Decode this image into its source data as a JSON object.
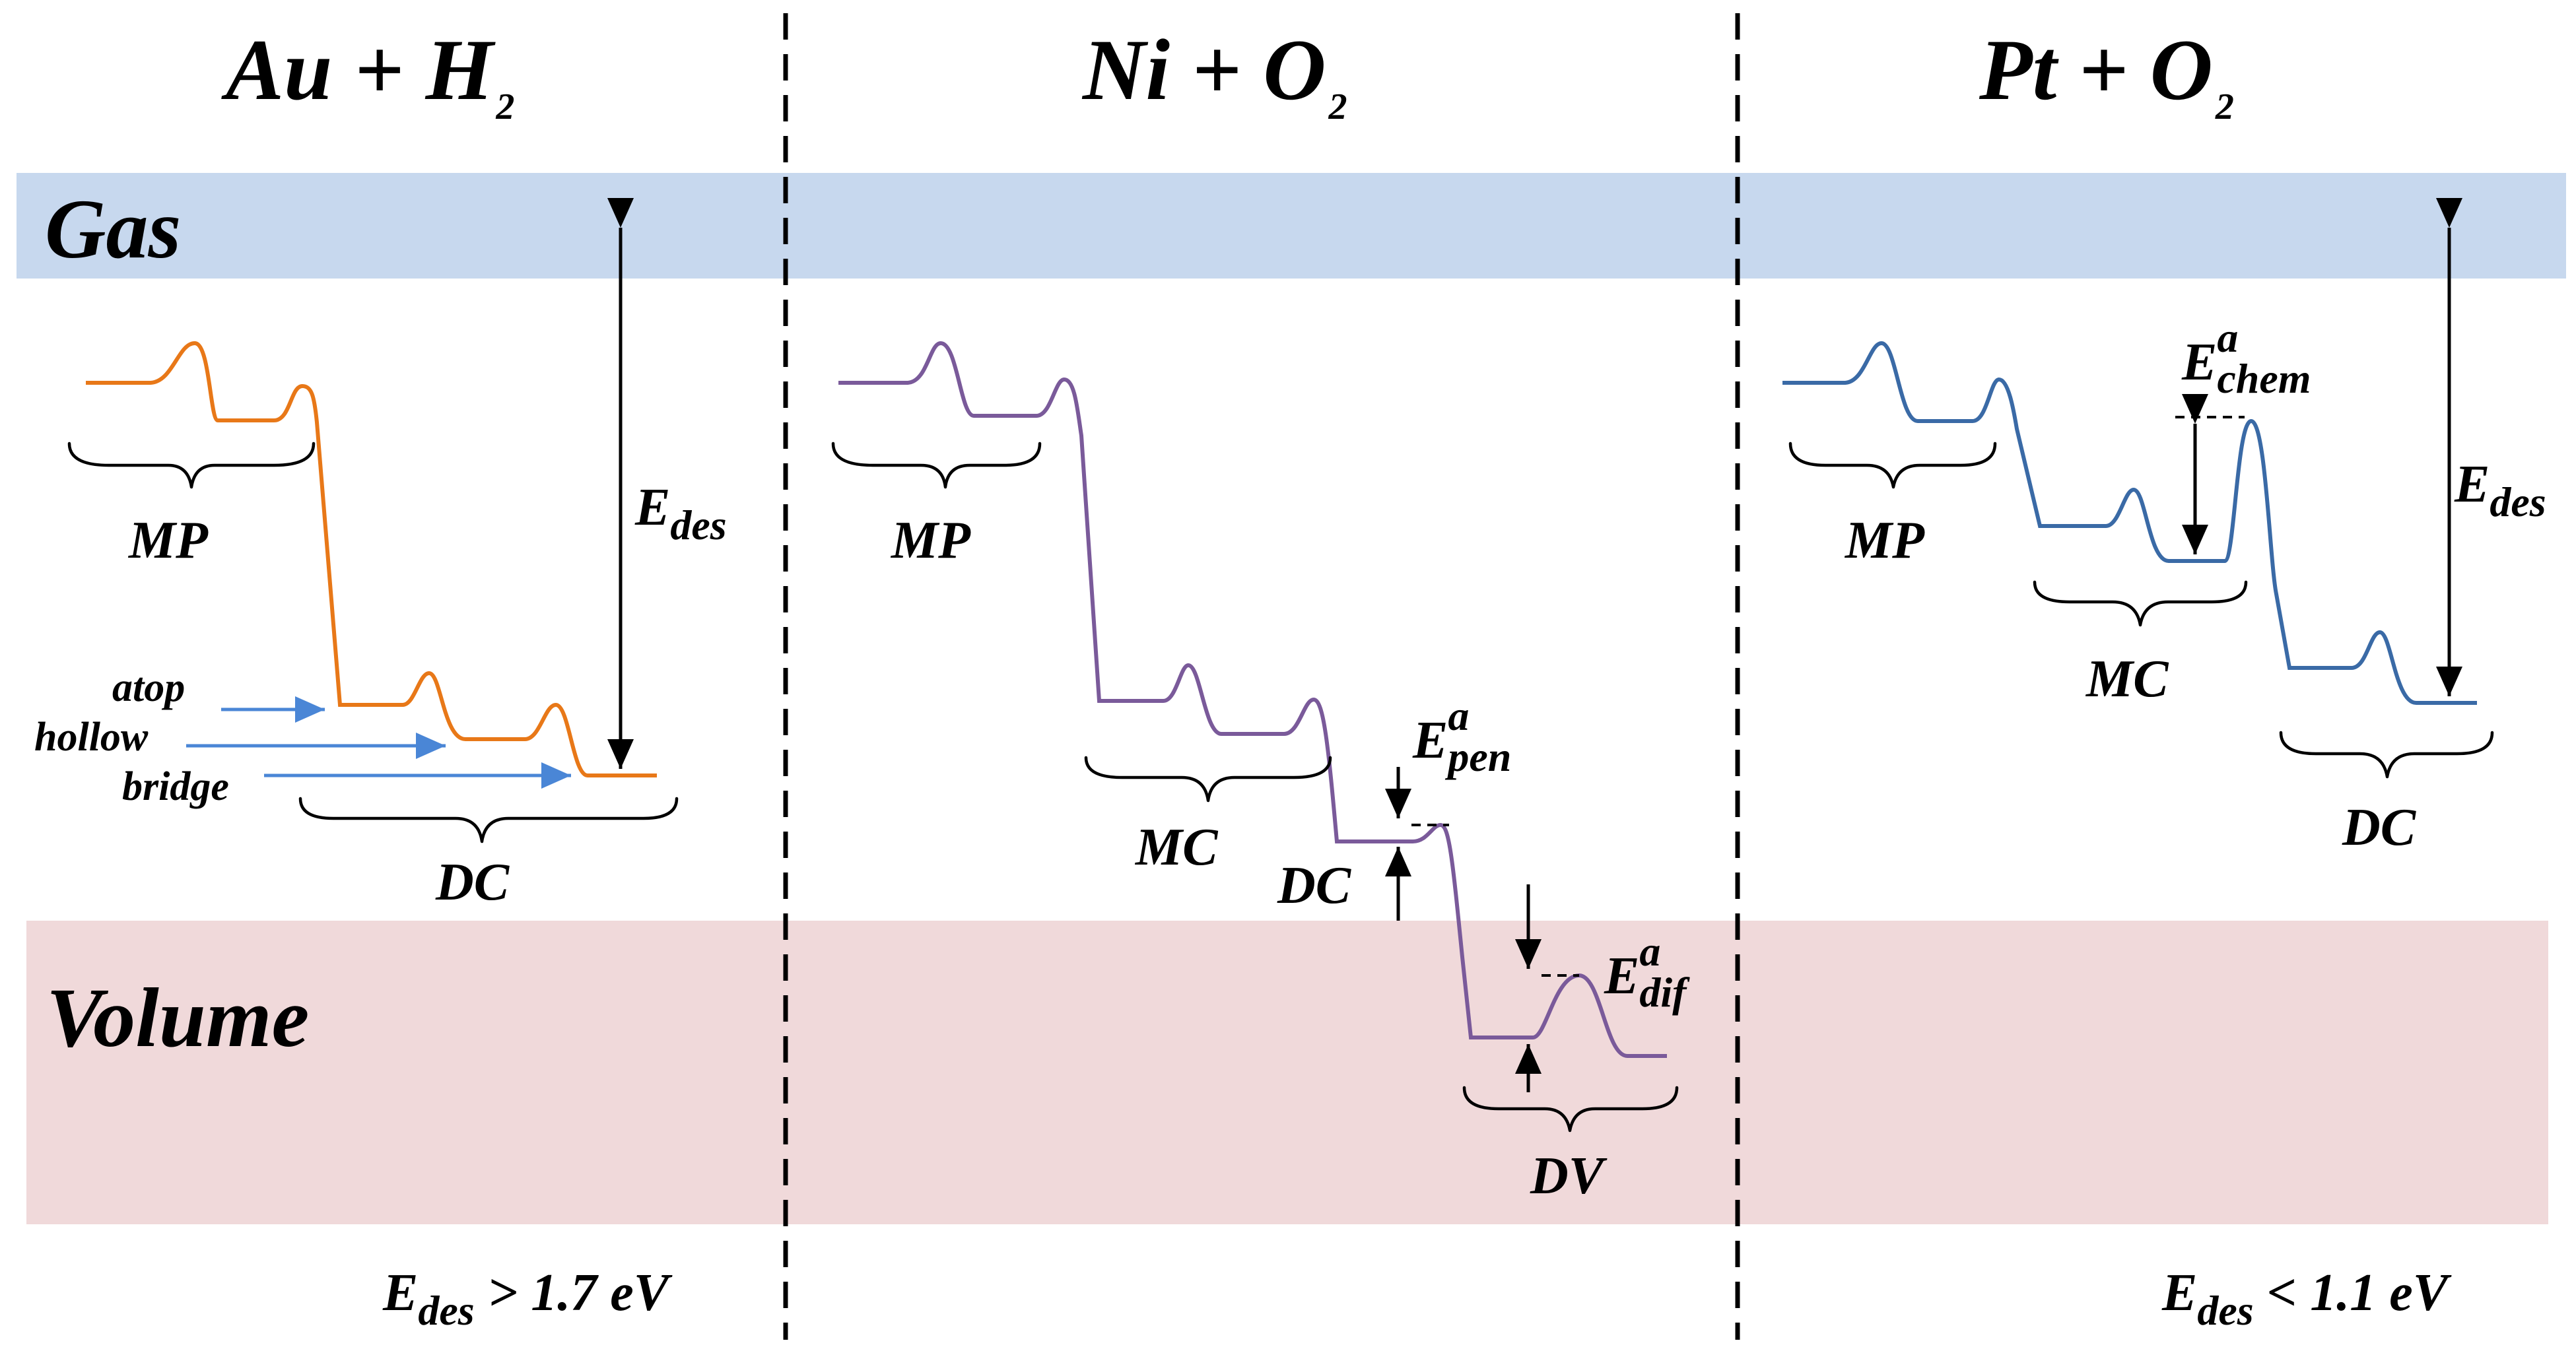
{
  "panels": [
    {
      "title_main": "Au + H",
      "title_sub": "2",
      "curve_color": "#E87818"
    },
    {
      "title_main": "Ni + O",
      "title_sub": "2",
      "curve_color": "#7A5A9A"
    },
    {
      "title_main": "Pt + O",
      "title_sub": "2",
      "curve_color": "#3A6AA6"
    }
  ],
  "bands": {
    "gas": {
      "label": "Gas",
      "color": "#C7D8EE"
    },
    "volume": {
      "label": "Volume",
      "color": "#F0D9DA"
    }
  },
  "left": {
    "mp": "MP",
    "dc": "DC",
    "sites": [
      "atop",
      "hollow",
      "bridge"
    ],
    "site_arrow_color": "#4A86D6",
    "edes_main": "E",
    "edes_sub": "des",
    "footer": {
      "main": "E",
      "sub": "des",
      "rest": " > 1.7 eV"
    }
  },
  "middle": {
    "mp": "MP",
    "mc": "MC",
    "dc": "DC",
    "dv": "DV",
    "epen": {
      "main": "E",
      "sup": "a",
      "sub": "pen"
    },
    "edif": {
      "main": "E",
      "sup": "a",
      "sub": "dif"
    }
  },
  "right": {
    "mp": "MP",
    "mc": "MC",
    "dc": "DC",
    "echem": {
      "main": "E",
      "sup": "a",
      "sub": "chem"
    },
    "edes_main": "E",
    "edes_sub": "des",
    "footer": {
      "main": "E",
      "sub": "des",
      "rest": " < 1.1 eV"
    }
  }
}
